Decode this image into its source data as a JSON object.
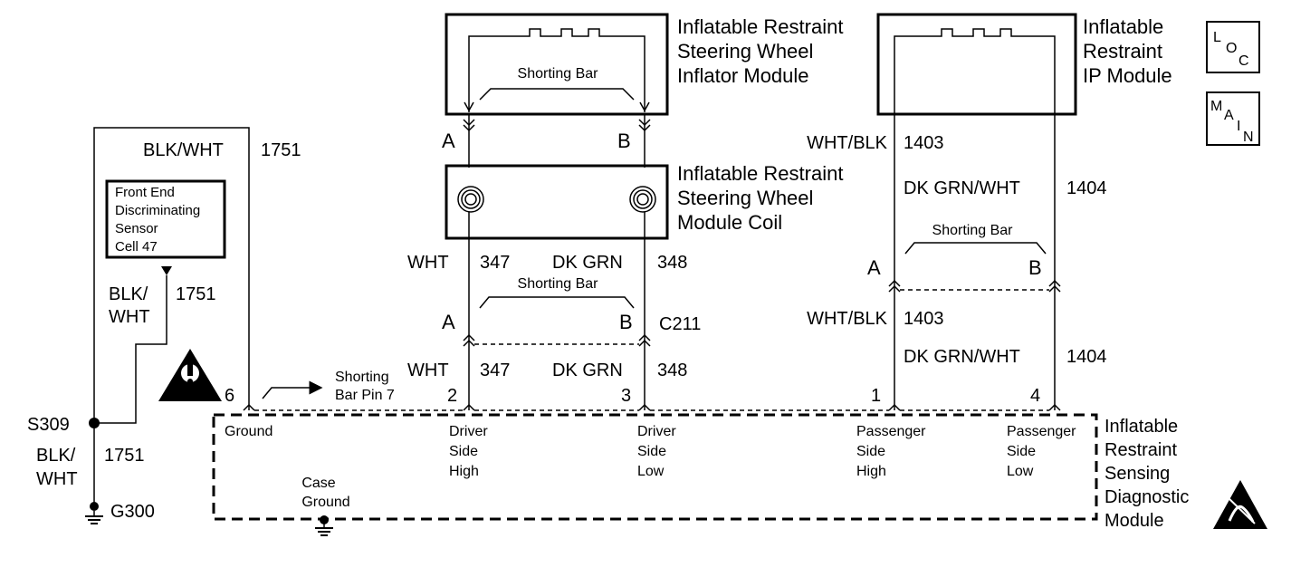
{
  "components": {
    "sw_inflator": {
      "line1": "Inflatable Restraint",
      "line2": "Steering Wheel",
      "line3": "Inflator Module",
      "shorting_bar": "Shorting Bar",
      "pin_a": "A",
      "pin_b": "B"
    },
    "ip_module": {
      "line1": "Inflatable",
      "line2": "Restraint",
      "line3": "IP Module"
    },
    "coil": {
      "line1": "Inflatable Restraint",
      "line2": "Steering Wheel",
      "line3": "Module Coil"
    },
    "front_sensor": {
      "line1": "Front End",
      "line2": "Discriminating",
      "line3": "Sensor",
      "line4": "Cell 47"
    },
    "sdm": {
      "line1": "Inflatable",
      "line2": "Restraint",
      "line3": "Sensing",
      "line4": "Diagnostic",
      "line5": "Module",
      "case_ground_1": "Case",
      "case_ground_2": "Ground"
    },
    "ip_connector": {
      "shorting_bar": "Shorting Bar",
      "pin_a": "A",
      "pin_b": "B"
    },
    "c211": {
      "name": "C211",
      "shorting_bar": "Shorting Bar",
      "pin_a": "A",
      "pin_b": "B"
    }
  },
  "wires": {
    "blk_wht_top": {
      "color": "BLK/WHT",
      "circuit": "1751"
    },
    "blk_wht_mid": {
      "color1": "BLK/",
      "color2": "WHT",
      "circuit": "1751"
    },
    "blk_wht_bot": {
      "color1": "BLK/",
      "color2": "WHT",
      "circuit": "1751"
    },
    "wht_347_upper": {
      "color": "WHT",
      "circuit": "347"
    },
    "dkgrn_348_upper": {
      "color": "DK GRN",
      "circuit": "348"
    },
    "wht_347_lower": {
      "color": "WHT",
      "circuit": "347"
    },
    "dkgrn_348_lower": {
      "color": "DK GRN",
      "circuit": "348"
    },
    "wht_blk_upper": {
      "color": "WHT/BLK",
      "circuit": "1403"
    },
    "dkgrn_wht_upper": {
      "color": "DK GRN/WHT",
      "circuit": "1404"
    },
    "wht_blk_lower": {
      "color": "WHT/BLK",
      "circuit": "1403"
    },
    "dkgrn_wht_lower": {
      "color": "DK GRN/WHT",
      "circuit": "1404"
    }
  },
  "splice": {
    "name": "S309"
  },
  "ground": {
    "name": "G300"
  },
  "pins": [
    {
      "num": "6",
      "line1": "Ground",
      "line2": "",
      "line3": ""
    },
    {
      "num": "2",
      "line1": "Driver",
      "line2": "Side",
      "line3": "High"
    },
    {
      "num": "3",
      "line1": "Driver",
      "line2": "Side",
      "line3": "Low"
    },
    {
      "num": "1",
      "line1": "Passenger",
      "line2": "Side",
      "line3": "High"
    },
    {
      "num": "4",
      "line1": "Passenger",
      "line2": "Side",
      "line3": "Low"
    }
  ],
  "shorting_pin_note": {
    "line1": "Shorting",
    "line2": "Bar Pin 7"
  },
  "badges": {
    "loc": {
      "l": "L",
      "o": "O",
      "c": "C"
    },
    "main": {
      "m": "M",
      "a": "A",
      "i": "I",
      "n": "N"
    }
  }
}
